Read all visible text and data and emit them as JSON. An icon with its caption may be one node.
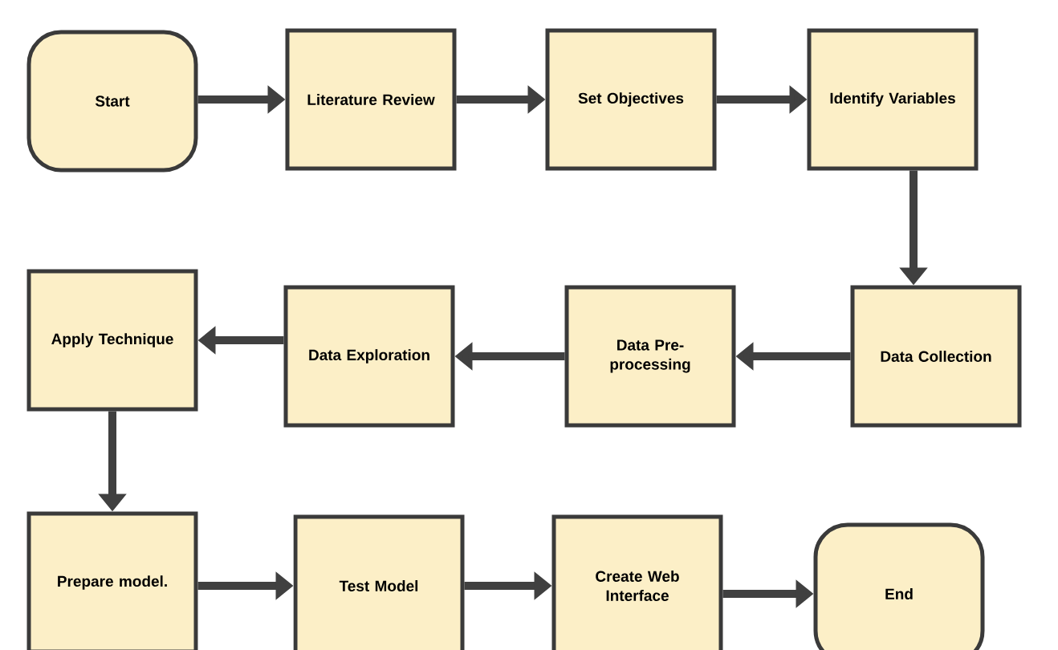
{
  "diagram": {
    "nodes": [
      {
        "text": [
          "Start"
        ]
      },
      {
        "text": [
          "Literature Review"
        ]
      },
      {
        "text": [
          "Set Objectives"
        ]
      },
      {
        "text": [
          "Identify Variables"
        ]
      },
      {
        "text": [
          "Data Collection"
        ]
      },
      {
        "text": [
          "Data Pre-processing"
        ]
      },
      {
        "text": [
          "Data Exploration"
        ]
      },
      {
        "text": [
          "Apply Technique"
        ]
      },
      {
        "text": [
          "Prepare model."
        ]
      },
      {
        "text": [
          "Test Model"
        ]
      },
      {
        "text": [
          "Create Web Interface"
        ]
      },
      {
        "text": [
          "End"
        ]
      }
    ],
    "edges": [
      {
        "from": 0,
        "to": 1,
        "arrow": "to"
      },
      {
        "from": 1,
        "to": 2,
        "arrow": "to"
      },
      {
        "from": 2,
        "to": 3,
        "arrow": "to"
      },
      {
        "from": 3,
        "to": 4,
        "arrow": "to"
      },
      {
        "from": 4,
        "to": 5,
        "arrow": "to"
      },
      {
        "from": 5,
        "to": 6,
        "arrow": "to"
      },
      {
        "from": 6,
        "to": 7,
        "arrow": "to"
      },
      {
        "from": 7,
        "to": 8,
        "arrow": "to"
      },
      {
        "from": 8,
        "to": 9,
        "arrow": "to"
      },
      {
        "from": 9,
        "to": 10,
        "arrow": "to"
      },
      {
        "from": 10,
        "to": 11,
        "arrow": "to"
      }
    ]
  }
}
